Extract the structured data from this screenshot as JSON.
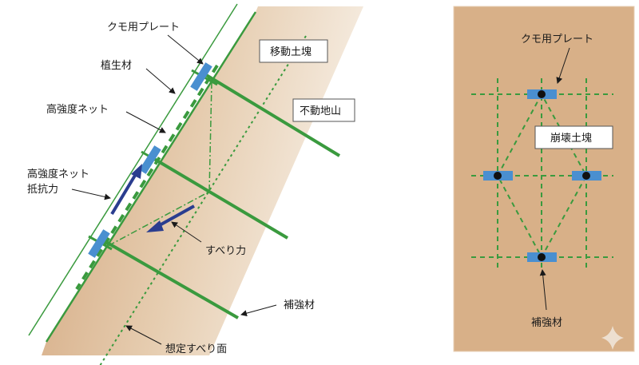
{
  "left_panel": {
    "title": "slope cross-section",
    "labels": {
      "spider_plate": "クモ用プレート",
      "vegetation_material": "植生材",
      "high_strength_net": "高強度ネット",
      "net_resistance_line1": "高強度ネット",
      "net_resistance_line2": "抵抗力",
      "sliding_force": "すべり力",
      "reinforcement": "補強材",
      "assumed_slip_surface": "想定すべり面"
    },
    "boxes": {
      "moving_soil": "移動土塊",
      "stable_ground": "不動地山"
    }
  },
  "right_panel": {
    "title": "plan view",
    "labels": {
      "spider_plate": "クモ用プレート",
      "reinforcement": "補強材"
    },
    "boxes": {
      "collapse_soil": "崩壊土塊"
    }
  },
  "colors": {
    "green": "#3a9a3e",
    "blue_plate": "#4a8fd0",
    "arrow_navy": "#2a3d8f",
    "soil": "#d6ab82",
    "soil_light": "#efe1cf"
  }
}
